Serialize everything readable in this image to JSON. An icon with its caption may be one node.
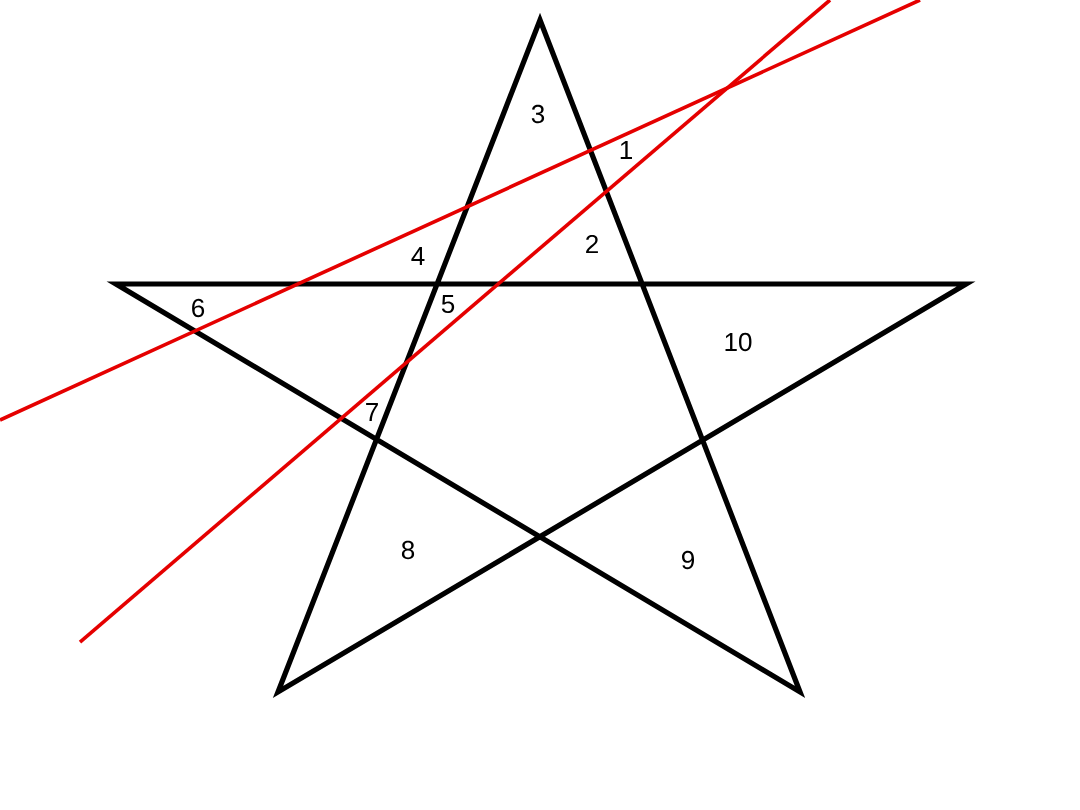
{
  "diagram": {
    "labels": [
      "3",
      "1",
      "2",
      "4",
      "6",
      "5",
      "10",
      "7",
      "8",
      "9"
    ]
  }
}
